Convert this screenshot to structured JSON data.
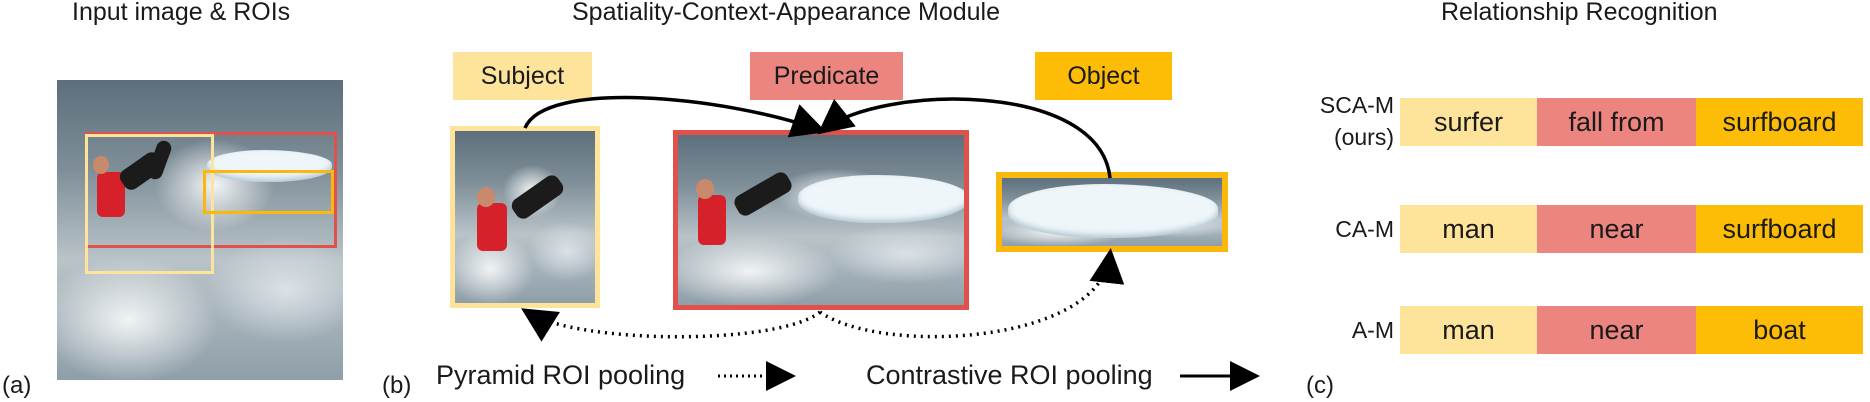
{
  "colors": {
    "subject": "#fde49a",
    "predicate": "#ec8580",
    "object": "#fdbd07",
    "subject_box": "#fde49a",
    "predicate_box": "#e0514c",
    "object_box": "#fbb80a"
  },
  "panel_a": {
    "title": "Input image & ROIs",
    "tag": "(a)"
  },
  "panel_b": {
    "title": "Spatiality-Context-Appearance Module",
    "tag": "(b)",
    "subject_label": "Subject",
    "predicate_label": "Predicate",
    "object_label": "Object",
    "legend_dotted": "Pyramid ROI pooling",
    "legend_solid": "Contrastive ROI pooling"
  },
  "panel_c": {
    "title": "Relationship Recognition",
    "tag": "(c)",
    "rows": [
      {
        "model": "SCA-M",
        "note": "(ours)",
        "subject": "surfer",
        "predicate": "fall from",
        "object": "surfboard"
      },
      {
        "model": "CA-M",
        "note": "",
        "subject": "man",
        "predicate": "near",
        "object": "surfboard"
      },
      {
        "model": "A-M",
        "note": "",
        "subject": "man",
        "predicate": "near",
        "object": "boat"
      }
    ]
  }
}
